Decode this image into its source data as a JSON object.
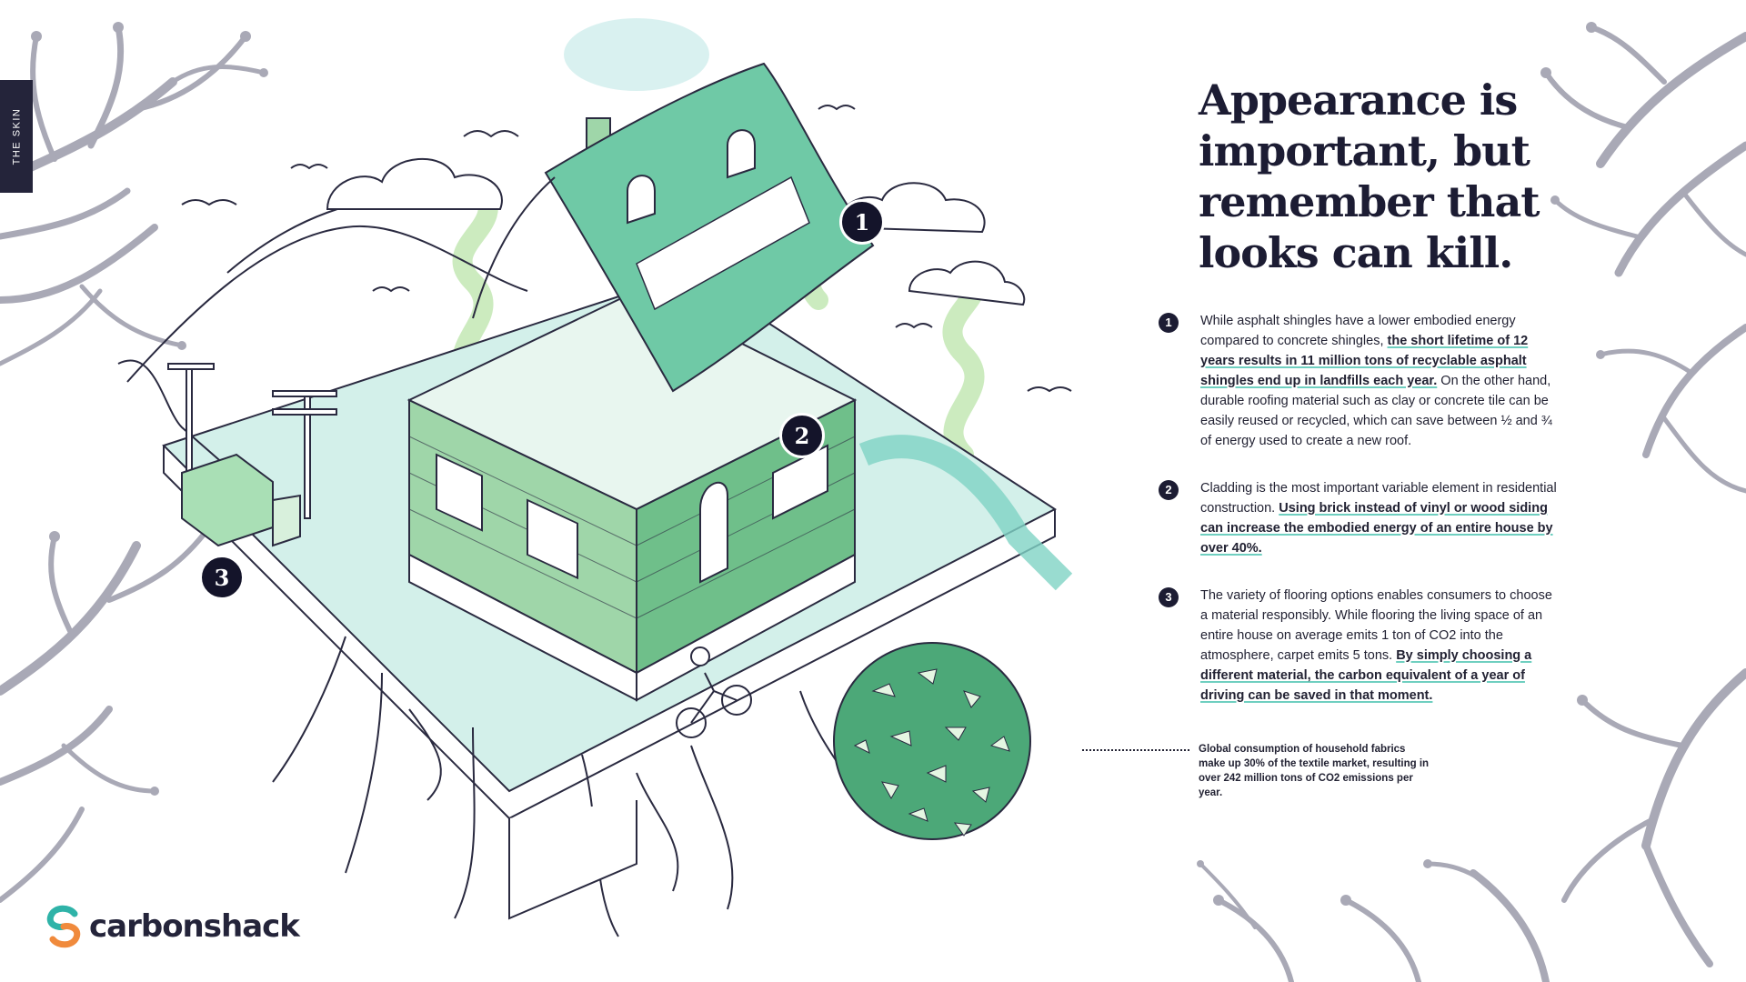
{
  "side_tab": "THE SKIN",
  "headline": "Appearance is important, but remember that looks can kill.",
  "items": [
    {
      "number": "1",
      "text_before": "While asphalt shingles have a lower embodied energy compared to concrete shingles, ",
      "highlight": "the short lifetime of 12 years results in 11 million tons of recyclable asphalt shingles end up in landfills each year.",
      "text_after": " On the other hand, durable roofing material such as clay or concrete tile can be easily reused or recycled, which can save between ½ and ¾ of energy used to create a new roof."
    },
    {
      "number": "2",
      "text_before": "Cladding is the most important variable element in residential construction. ",
      "highlight": "Using brick instead of vinyl or wood siding can increase the embodied energy of an entire house by over 40%.",
      "text_after": ""
    },
    {
      "number": "3",
      "text_before": "The variety of flooring options enables consumers to choose a material responsibly. While flooring the living space of an entire house on average emits 1 ton of CO2 into the atmosphere, carpet emits 5 tons. ",
      "highlight": "By simply choosing a different material, the carbon equivalent of a year of driving can be saved in that moment.",
      "text_after": ""
    }
  ],
  "callout": "Global consumption of household fabrics make up 30% of the textile market, resulting in over 242 million tons of CO2 emissions per year.",
  "markers": [
    "1",
    "2",
    "3"
  ],
  "logo": {
    "name": "carbonshack",
    "icon": "carbonshack-logo-icon",
    "colors": {
      "teal": "#2fb3a8",
      "orange": "#f08a3c"
    }
  },
  "colors": {
    "ink": "#1c1c33",
    "green": "#6fbf8a",
    "teal": "#8fd9cc",
    "branch": "#a7a7b5",
    "highlight_underline": "#6fcfc0"
  }
}
